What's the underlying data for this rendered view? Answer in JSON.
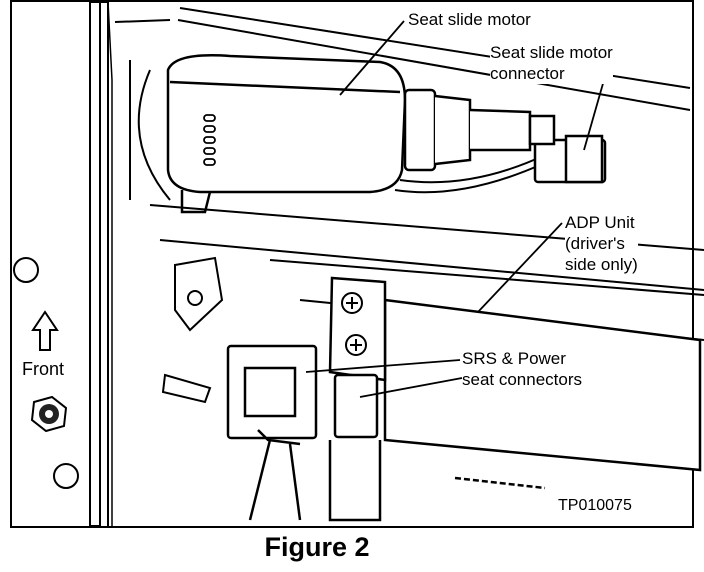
{
  "figure": {
    "callouts": {
      "seat_slide_motor": "Seat slide motor",
      "seat_slide_motor_connector": [
        "Seat slide motor",
        "connector"
      ],
      "adp_unit": [
        "ADP Unit",
        "(driver's",
        "side only)"
      ],
      "srs_power": [
        "SRS & Power",
        "seat connectors"
      ],
      "front": "Front"
    },
    "reference_code": "TP010075",
    "caption": "Figure 2"
  }
}
